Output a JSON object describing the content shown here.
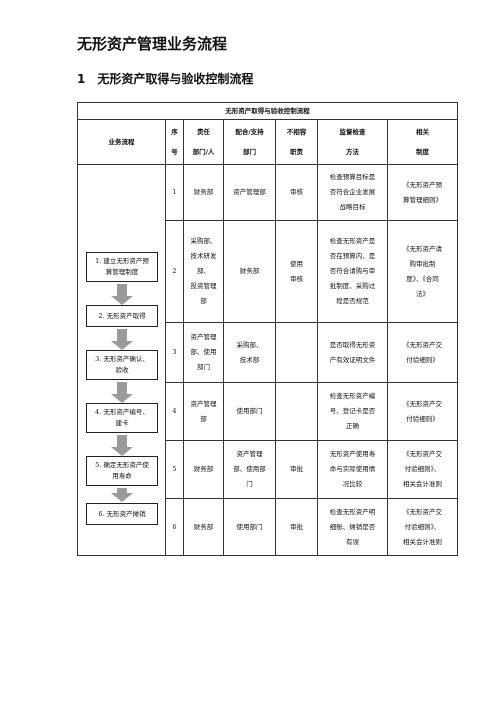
{
  "doc_title": "无形资产管理业务流程",
  "section": {
    "number": "1",
    "title": "无形资产取得与验收控制流程"
  },
  "table": {
    "caption": "无形资产取得与验收控制流程",
    "headers": {
      "process": "业务流程",
      "seq": [
        "序",
        "号"
      ],
      "responsible": [
        "责任",
        "部门/人"
      ],
      "support": [
        "配合/支持",
        "部门"
      ],
      "incompatible": [
        "不相容",
        "职责"
      ],
      "supervision": [
        "监督检查",
        "方法"
      ],
      "policy": [
        "相关",
        "制度"
      ]
    },
    "flow_steps": [
      [
        "1. 建立无形资产预",
        "算管理制度"
      ],
      [
        "2. 无形资产取得"
      ],
      [
        "3. 无形资产确认、",
        "验收"
      ],
      [
        "4. 无形资产编号、",
        "建卡"
      ],
      [
        "5. 确定无形资产使",
        "用寿命"
      ],
      [
        "6. 无形资产摊销"
      ]
    ],
    "rows": [
      {
        "seq": "1",
        "responsible": [
          "财务部"
        ],
        "support": [
          "资产管理部"
        ],
        "incompatible": [
          "审核"
        ],
        "supervision": [
          "检查预算目标是",
          "否符合企业发展",
          "战略目标"
        ],
        "policy": [
          "《无形资产预",
          "算管理细则》"
        ]
      },
      {
        "seq": "2",
        "responsible": [
          "采购部、",
          "技术研发",
          "部、",
          "投资管理",
          "部"
        ],
        "support": [
          "财务部"
        ],
        "incompatible": [
          "使用",
          "审核"
        ],
        "supervision": [
          "检查无形资产是",
          "否在预算内、是",
          "否符合请购与审",
          "批制度、采购过",
          "程是否规范"
        ],
        "policy": [
          "《无形资产请",
          "购审批制",
          "度》、《合同",
          "法》"
        ]
      },
      {
        "seq": "3",
        "responsible": [
          "资产管理",
          "部、使用",
          "部门"
        ],
        "support": [
          "采购部、",
          "技术部"
        ],
        "incompatible": [],
        "supervision": [
          "是否取得无形资",
          "产有效证明文件"
        ],
        "policy": [
          "《无形资产交",
          "付验细则》"
        ]
      },
      {
        "seq": "4",
        "responsible": [
          "资产管理",
          "部"
        ],
        "support": [
          "使用部门"
        ],
        "incompatible": [],
        "supervision": [
          "检查无形资产编",
          "号、登记卡是否",
          "正确"
        ],
        "policy": [
          "《无形资产交",
          "付验细则》"
        ]
      },
      {
        "seq": "5",
        "responsible": [
          "财务部"
        ],
        "support": [
          "资产管理",
          "部、使用部",
          "门"
        ],
        "incompatible": [
          "审批"
        ],
        "supervision": [
          "无形资产使用寿",
          "命与实际使用情",
          "况比较"
        ],
        "policy": [
          "《无形资产交",
          "付验细则》、",
          "相关会计准则"
        ]
      },
      {
        "seq": "6",
        "responsible": [
          "财务部"
        ],
        "support": [
          "使用部门"
        ],
        "incompatible": [
          "审批"
        ],
        "supervision": [
          "检查无形资产明",
          "细账、摊销是否",
          "有误"
        ],
        "policy": [
          "《无形资产交",
          "付验细则》、",
          "相关会计准则"
        ]
      }
    ]
  }
}
